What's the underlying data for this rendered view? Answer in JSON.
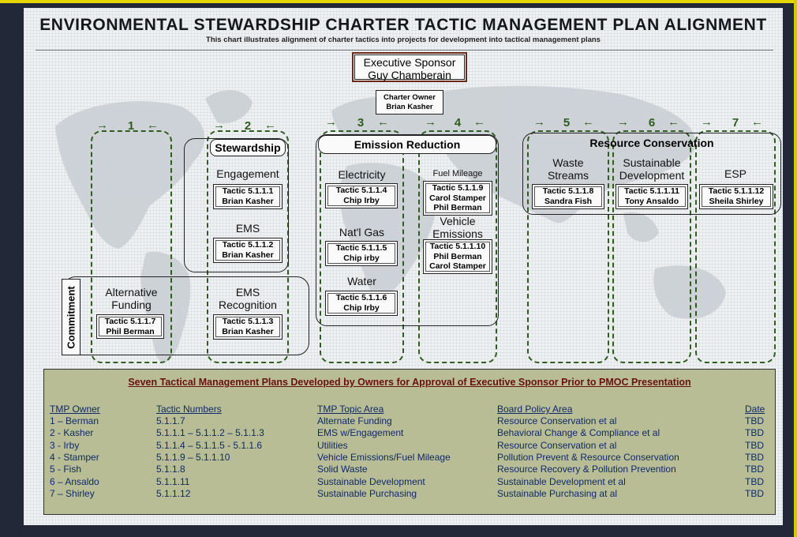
{
  "title": "ENVIRONMENTAL STEWARDSHIP CHARTER TACTIC MANAGEMENT PLAN ALIGNMENT",
  "subtitle": "This chart illustrates alignment of charter tactics into projects for development into tactical management plans",
  "executive_sponsor": {
    "label": "Executive Sponsor",
    "name": "Guy Chamberain"
  },
  "charter_owner": {
    "label": "Charter Owner",
    "name": "Brian Kasher"
  },
  "columns": [
    "1",
    "2",
    "3",
    "4",
    "5",
    "6",
    "7"
  ],
  "groups": {
    "stewardship": "Stewardship",
    "emission_reduction": "Emission Reduction",
    "resource_conservation": "Resource Conservation",
    "commitment": "Commitment"
  },
  "areas": {
    "engagement": "Engagement",
    "ems": "EMS",
    "ems_recognition": [
      "EMS",
      "Recognition"
    ],
    "alternative_funding": [
      "Alternative",
      "Funding"
    ],
    "electricity": "Electricity",
    "natl_gas": "Nat'l Gas",
    "water": "Water",
    "fuel_mileage": "Fuel Mileage",
    "vehicle_emissions": [
      "Vehicle",
      "Emissions"
    ],
    "waste_streams": [
      "Waste",
      "Streams"
    ],
    "sustainable_development": [
      "Sustainable",
      "Development"
    ],
    "esp": "ESP"
  },
  "tactics": {
    "t5117": [
      "Tactic 5.1.1.7",
      "Phil Berman"
    ],
    "t5111": [
      "Tactic 5.1.1.1",
      "Brian Kasher"
    ],
    "t5112": [
      "Tactic 5.1.1.2",
      "Brian Kasher"
    ],
    "t5113": [
      "Tactic 5.1.1.3",
      "Brian Kasher"
    ],
    "t5114": [
      "Tactic 5.1.1.4",
      "Chip Irby"
    ],
    "t5115": [
      "Tactic 5.1.1.5",
      "Chip irby"
    ],
    "t5116": [
      "Tactic 5.1.1.6",
      "Chip Irby"
    ],
    "t5119": [
      "Tactic 5.1.1.9",
      "Carol Stamper",
      "Phil Berman"
    ],
    "t51110": [
      "Tactic 5.1.1.10",
      "Phil Berman",
      "Carol Stamper"
    ],
    "t5118": [
      "Tactic 5.1.1.8",
      "Sandra Fish"
    ],
    "t51111": [
      "Tactic 5.1.1.11",
      "Tony Ansaldo"
    ],
    "t51112": [
      "Tactic 5.1.1.12",
      "Sheila Shirley"
    ]
  },
  "plans": {
    "heading": "Seven Tactical Management Plans Developed by Owners for Approval of Executive Sponsor Prior to PMOC Presentation",
    "headers": [
      "TMP Owner",
      "Tactic Numbers",
      "TMP Topic Area",
      "Board Policy Area",
      "Date"
    ],
    "rows": [
      [
        "1 – Berman",
        "5.1.1.7",
        "Alternate Funding",
        "Resource Conservation et al",
        "TBD"
      ],
      [
        "2 - Kasher",
        "5.1.1.1 – 5.1.1.2 – 5.1.1.3",
        "EMS w/Engagement",
        "Behavioral Change & Compliance et al",
        "TBD"
      ],
      [
        "3 - Irby",
        "5.1.1.4 – 5.1.1.5 - 5.1.1.6",
        "Utilities",
        "Resource Conservation et al",
        "TBD"
      ],
      [
        "4 - Stamper",
        "5.1.1.9 – 5.1.1.10",
        "Vehicle Emissions/Fuel Mileage",
        "Pollution Prevent & Resource Conservation",
        "TBD"
      ],
      [
        "5 - Fish",
        "5.1.1.8",
        "Solid Waste",
        "Resource Recovery & Pollution Prevention",
        "TBD"
      ],
      [
        "6 – Ansaldo",
        "5.1.1.11",
        "Sustainable Development",
        "Sustainable Development et al",
        "TBD"
      ],
      [
        "7 – Shirley",
        "5.1.1.12",
        "Sustainable Purchasing",
        "Sustainable Purchasing at al",
        "TBD"
      ]
    ]
  },
  "colors": {
    "dashed": "#2f5c1f",
    "table_bg": "#b9bd95",
    "table_text": "#0e2a6a",
    "heading": "#6a1010",
    "sponsor_border": "#6b2a18"
  }
}
